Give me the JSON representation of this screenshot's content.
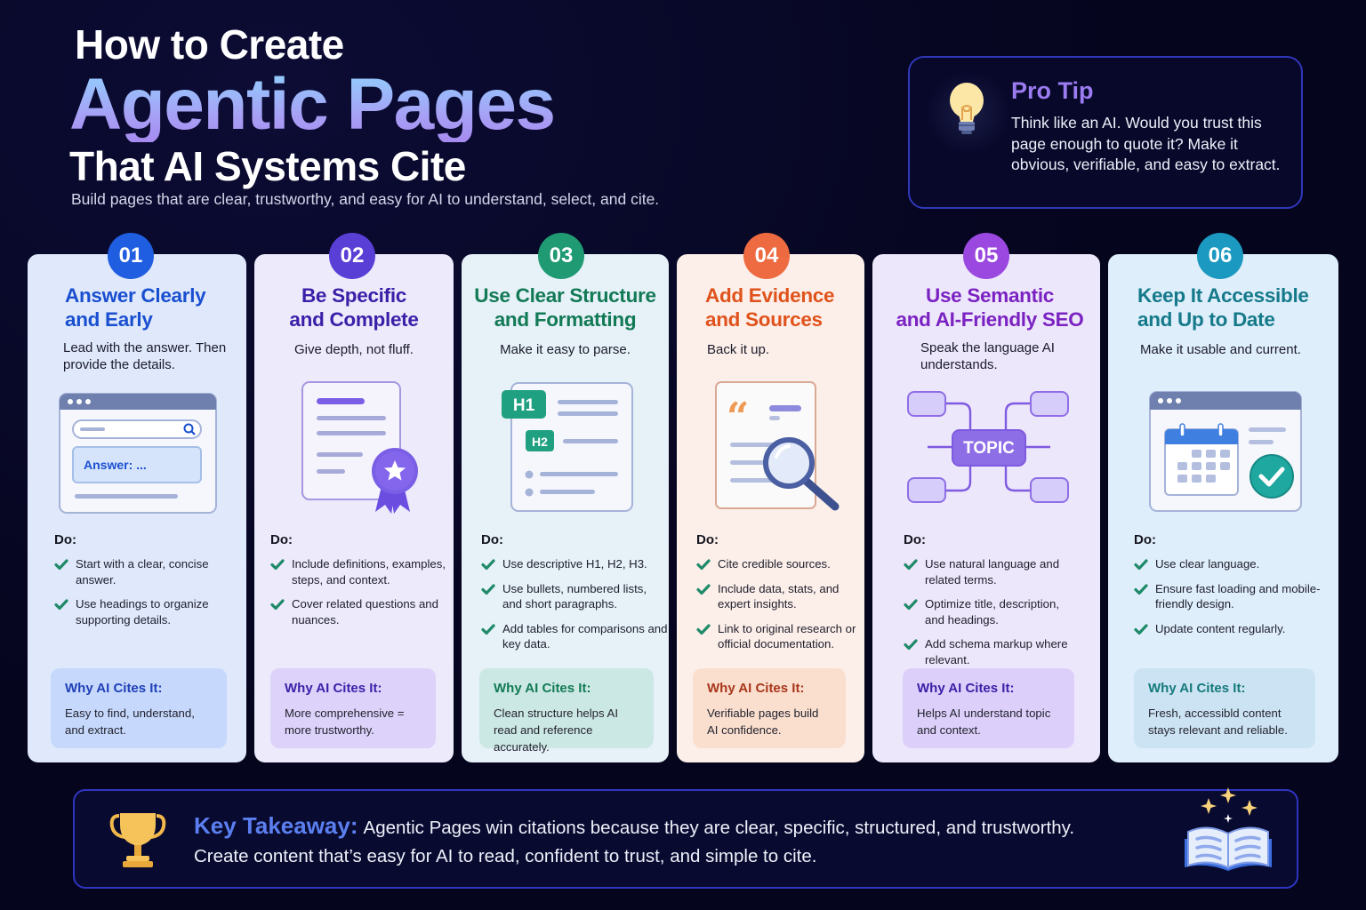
{
  "header": {
    "line1": "How to Create",
    "line2": "Agentic Pages",
    "line3": "That AI Systems Cite",
    "subtitle": "Build pages that are clear, trustworthy, and easy for AI to understand, select, and cite."
  },
  "pro_tip": {
    "icon": "lightbulb-icon",
    "title": "Pro Tip",
    "body": "Think like an AI. Would you trust this page enough to quote it? Make it obvious, verifiable, and easy to extract."
  },
  "do_label": "Do:",
  "why_label": "Why AI Cites It:",
  "cards": [
    {
      "number": "01",
      "title_l1": "Answer Clearly",
      "title_l2": "and Early",
      "subtitle": "Lead with the answer. Then provide the details.",
      "illustration": "browser-answer-icon",
      "illustration_text": "Answer: ...",
      "accent": "#1a56db",
      "do": [
        "Start with a clear, concise answer.",
        "Use headings to organize supporting details."
      ],
      "why": "Easy to find, understand, and extract."
    },
    {
      "number": "02",
      "title_l1": "Be Specific",
      "title_l2": "and Complete",
      "subtitle": "Give depth, not fluff.",
      "illustration": "document-award-icon",
      "accent": "#3b1fa8",
      "do": [
        "Include definitions, examples, steps, and context.",
        "Cover related questions and nuances."
      ],
      "why": "More comprehensive = more trustworthy."
    },
    {
      "number": "03",
      "title_l1": "Use Clear Structure",
      "title_l2": "and Formatting",
      "subtitle": "Make it easy to parse.",
      "illustration": "heading-structure-icon",
      "illustration_h1": "H1",
      "illustration_h2": "H2",
      "accent": "#127a55",
      "do": [
        "Use descriptive H1, H2, H3.",
        "Use bullets, numbered lists, and short paragraphs.",
        "Add tables for comparisons and key data."
      ],
      "why": "Clean structure helps AI read and reference accurately."
    },
    {
      "number": "04",
      "title_l1": "Add Evidence",
      "title_l2": "and Sources",
      "subtitle": "Back it up.",
      "illustration": "quote-magnifier-icon",
      "accent": "#e0521b",
      "do": [
        "Cite credible sources.",
        "Include data, stats, and expert insights.",
        "Link to original research or official documentation."
      ],
      "why": "Verifiable pages build AI confidence."
    },
    {
      "number": "05",
      "title_l1": "Use Semantic",
      "title_l2": "and AI-Friendly SEO",
      "subtitle": "Speak the language AI understands.",
      "illustration": "topic-map-icon",
      "illustration_text": "TOPIC",
      "accent": "#7b22c2",
      "do": [
        "Use natural language and related terms.",
        "Optimize title, description, and headings.",
        "Add schema markup where relevant."
      ],
      "why": "Helps AI understand topic and context."
    },
    {
      "number": "06",
      "title_l1": "Keep It Accessible",
      "title_l2": "and Up to Date",
      "subtitle": "Make it usable and current.",
      "illustration": "calendar-check-icon",
      "accent": "#147a8a",
      "do": [
        "Use clear language.",
        "Ensure fast loading and mobile-friendly design.",
        "Update content regularly."
      ],
      "why": "Fresh, accessibld content stays relevant and reliable."
    }
  ],
  "takeaway": {
    "icon_left": "trophy-icon",
    "icon_right": "open-book-sparkles-icon",
    "label": "Key Takeaway:",
    "line1": "Agentic Pages win citations because they are clear, specific, structured, and trustworthy.",
    "line2": "Create content that’s easy for AI to read, confident to trust, and simple to cite."
  },
  "colors": {
    "background": "#05051e",
    "badge_01": "#1f5ee0",
    "badge_02": "#5a3fd6",
    "badge_03": "#1f9a72",
    "badge_04": "#ee6a40",
    "badge_05": "#9a48e0",
    "badge_06": "#1b99c0",
    "check_green": "#1f8a68",
    "pro_tip_title": "#9b7bf0",
    "takeaway_label": "#5b7ff0"
  }
}
